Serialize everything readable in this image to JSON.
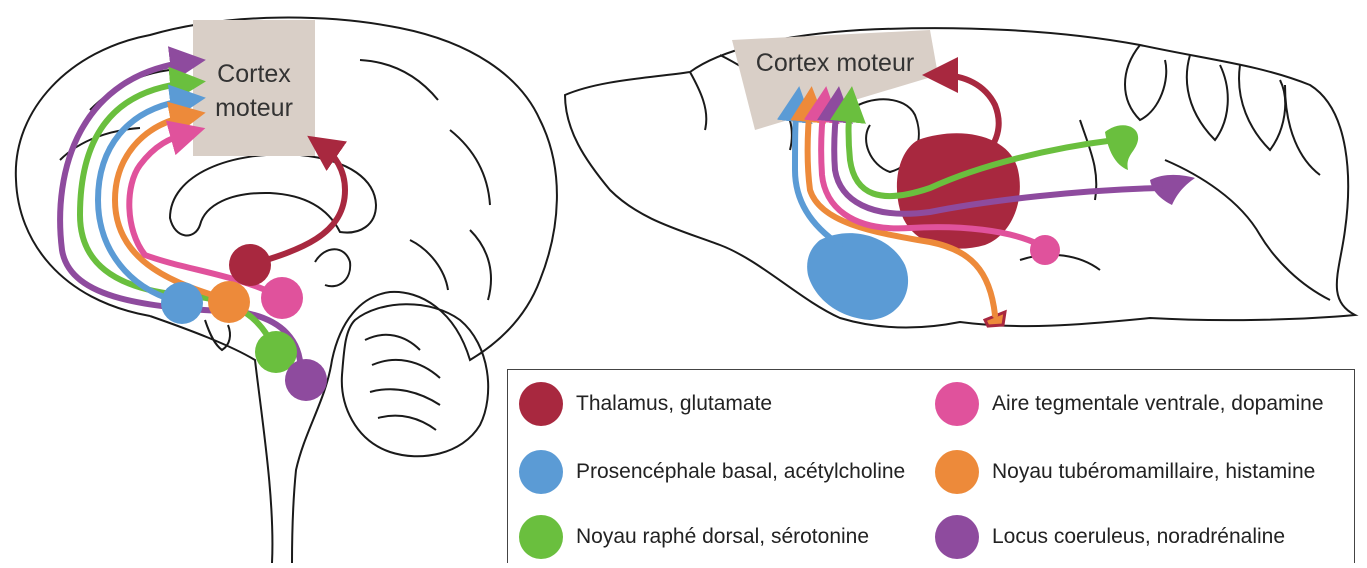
{
  "labels": {
    "cortex_left_line1": "Cortex",
    "cortex_left_line2": "moteur",
    "cortex_right": "Cortex moteur"
  },
  "colors": {
    "thalamus": "#a8283f",
    "prosencephale": "#5b9bd5",
    "raphe": "#6abf3e",
    "aire_tegmentale": "#e0529c",
    "tuberomamillaire": "#ed8a3a",
    "locus": "#8e4b9e",
    "cortex_fill": "#d9cfc7",
    "outline": "#1a1a1a"
  },
  "legend": [
    {
      "key": "thalamus",
      "text": "Thalamus, glutamate",
      "color": "#a8283f"
    },
    {
      "key": "aire_tegmentale",
      "text": "Aire tegmentale ventrale, dopamine",
      "color": "#e0529c"
    },
    {
      "key": "prosencephale",
      "text": "Prosencéphale basal, acétylcholine",
      "color": "#5b9bd5"
    },
    {
      "key": "tuberomamillaire",
      "text": "Noyau tubéromamillaire, histamine",
      "color": "#ed8a3a"
    },
    {
      "key": "raphe",
      "text": "Noyau raphé dorsal, sérotonine",
      "color": "#6abf3e"
    },
    {
      "key": "locus",
      "text": "Locus coeruleus, noradrénaline",
      "color": "#8e4b9e"
    }
  ]
}
